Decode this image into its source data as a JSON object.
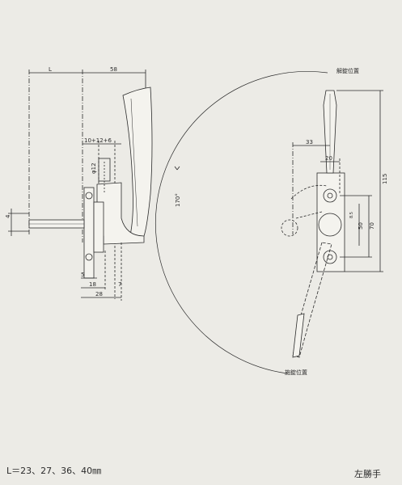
{
  "diagram": {
    "dims": {
      "L": "L",
      "overall_width": "58",
      "spacing": "10+12+6",
      "phi12": "φ12",
      "five": "5",
      "eighteen": "18",
      "twentyeight": "28",
      "seven": "7",
      "thirtythree": "33",
      "twenty": "20",
      "height115": "115",
      "seventy": "70",
      "fifty": "50",
      "small": "8.5",
      "angle": "170°",
      "four": "4"
    },
    "labels": {
      "unlock_position": "解錠位置",
      "lock_position": "施錠位置"
    },
    "footer": {
      "spec": "L＝23、27、36、40㎜",
      "hand": "左勝手"
    }
  }
}
